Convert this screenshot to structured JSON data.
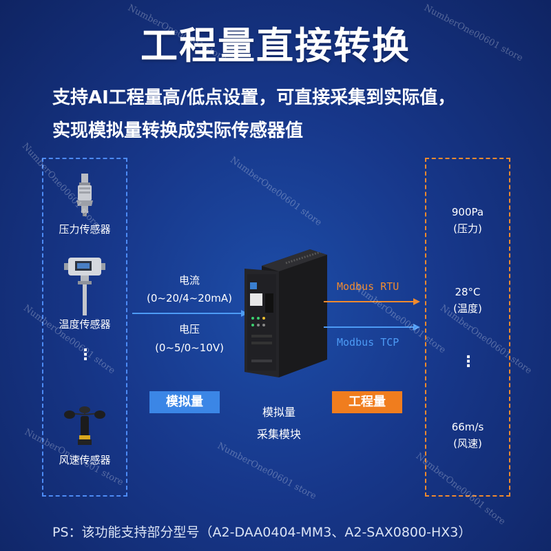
{
  "header": {
    "title": "工程量直接转换",
    "subtitle_line1": "支持AI工程量高/低点设置，可直接采集到实际值，",
    "subtitle_line2": "实现模拟量转换成实际传感器值"
  },
  "left_panel": {
    "sensors": [
      {
        "label": "压力传感器",
        "icon": "pressure-sensor-icon"
      },
      {
        "label": "温度传感器",
        "icon": "temperature-sensor-icon"
      },
      {
        "label": "风速传感器",
        "icon": "wind-speed-sensor-icon"
      }
    ],
    "ellipsis": "⋮",
    "tag": "模拟量"
  },
  "signals": {
    "current_label": "电流",
    "current_range": "(0~20/4~20mA)",
    "voltage_label": "电压",
    "voltage_range": "(0~5/0~10V)"
  },
  "module": {
    "icon": "acquisition-module-icon",
    "label_line1": "模拟量",
    "label_line2": "采集模块"
  },
  "outputs": {
    "rtu": "Modbus RTU",
    "tcp": "Modbus TCP",
    "tag": "工程量"
  },
  "right_panel": {
    "values": [
      {
        "value": "900Pa",
        "desc": "(压力)"
      },
      {
        "value": "28°C",
        "desc": "(温度)"
      },
      {
        "value": "66m/s",
        "desc": "(风速)"
      }
    ],
    "ellipsis": "⋮"
  },
  "footer": {
    "ps": "PS：该功能支持部分型号（A2-DAA0404-MM3、A2-SAX0800-HX3）"
  },
  "watermark_text": "NumberOne00601 store",
  "colors": {
    "blue_accent": "#3b86e6",
    "orange_accent": "#f07d1e",
    "rtu_text": "#f08a2e",
    "tcp_text": "#4d9bf5"
  }
}
